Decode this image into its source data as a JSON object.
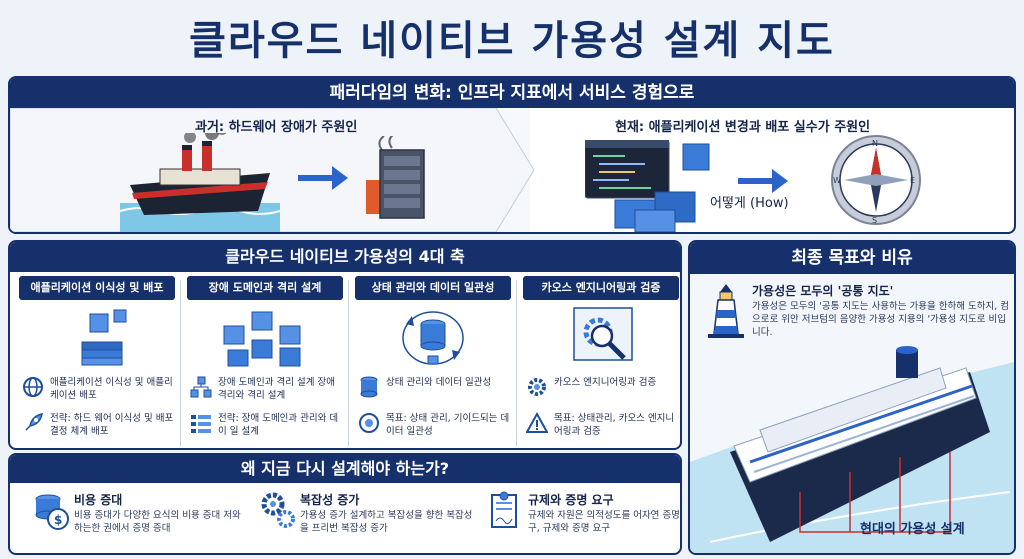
{
  "title": "클라우드 네이티브 가용성 설계 지도",
  "paradigm": {
    "header": "패러다임의 변화: 인프라 지표에서 서비스 경험으로",
    "past_label": "과거: 하드웨어 장애가 주원인",
    "present_label": "현재: 애플리케이션 변경과 배포 실수가 주원인",
    "how_label": "어떻게 (How)"
  },
  "axes": {
    "header": "클라우드 네이티브 가용성의 4대 축",
    "columns": [
      {
        "title": "애플리케이션 이식성 및 배포",
        "item1": "애플리케이션 이식성 및 애플리케이션 배포",
        "item2": "전략: 하드 웨어 이식성 및 배포 결정 체계 배포"
      },
      {
        "title": "장애 도메인과 격리 설계",
        "item1": "장애 도메인과 격리 설계 장애 격리와 격리 설계",
        "item2": "전략: 장애 도메인과 관리와 데이 일 설계"
      },
      {
        "title": "상태 관리와 데이터 일관성",
        "item1": "상태 관리와 데이터 일관성",
        "item2": "목표: 상태 관리, 기이드되는 데이터 일관성"
      },
      {
        "title": "카오스 엔지니어링과 검증",
        "item1": "카오스 엔지니어링과 검증",
        "item2": "목표: 상태관리, 카오스 엔지니어링과 검증"
      }
    ]
  },
  "why": {
    "header": "왜 지금 다시 설계해야 하는가?",
    "items": [
      {
        "title": "비용 증대",
        "body": "비용 증대가 다양한 요식의 비용 증대 저와 하는한 권에서 증명 증대"
      },
      {
        "title": "복잡성 증가",
        "body": "가용성 증가 설계하고 복잡성을 향한 복잡성을 프리번 복잡성 증가"
      },
      {
        "title": "규제와 증명 요구",
        "body": "규제와 자원은 의적성도를 어자연 증명과 같구, 규제와 증명 요구"
      }
    ]
  },
  "goal": {
    "header": "최종 목표와 비유",
    "title": "가용성은 모두의 '공통 지도'",
    "body": "가용성은 모두의 '공통 지도는 사용하는 가용을 한하해 도하지, 컴으로로 위안 저브텀의 음양한 가용성 지용의 '가용성 지도로 비입니다.",
    "ship_label": "현대의 가용성 설계"
  }
}
